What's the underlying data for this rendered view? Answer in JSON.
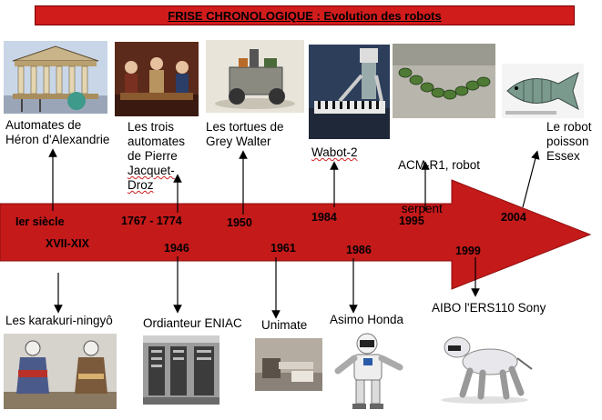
{
  "title": "FRISE CHRONOLOGIQUE : Evolution des robots",
  "colors": {
    "arrow": "#c41a1a",
    "arrow_edge": "#8e0d0d",
    "title_bg": "#d11c1c"
  },
  "top_events": [
    {
      "date": "Ier siècle",
      "label_lines": [
        "Automates de",
        "Héron d'Alexandrie"
      ],
      "image": "temple-automaton-image"
    },
    {
      "date": "1767 - 1774",
      "label_lines": [
        "Les trois",
        "automates",
        "de Pierre",
        "Jacquet-",
        "Droz"
      ],
      "image": "jacquet-droz-automata-image"
    },
    {
      "date": "1950",
      "label_lines": [
        "Les tortues de",
        "Grey Walter"
      ],
      "image": "turtle-robot-image"
    },
    {
      "date": "1984",
      "label_lines": [
        "Wabot-2"
      ],
      "image": "wabot-image"
    },
    {
      "date": "1995",
      "label_lines": [
        "ACM-R1, robot",
        " serpent"
      ],
      "image": "snake-robot-image"
    },
    {
      "date": "2004",
      "label_lines": [
        "Le robot",
        "poisson",
        "Essex"
      ],
      "image": "robot-fish-image"
    }
  ],
  "bottom_events": [
    {
      "date": "XVII-XIX",
      "label": "Les karakuri-ningyô",
      "image": "karakuri-image"
    },
    {
      "date": "1946",
      "label": "Ordianteur ENIAC",
      "image": "eniac-image"
    },
    {
      "date": "1961",
      "label": "Unimate",
      "image": "unimate-image"
    },
    {
      "date": "1986",
      "label": "Asimo Honda",
      "image": "asimo-image"
    },
    {
      "date": "1999",
      "label": "AIBO l'ERS110 Sony",
      "image": "aibo-image"
    }
  ]
}
